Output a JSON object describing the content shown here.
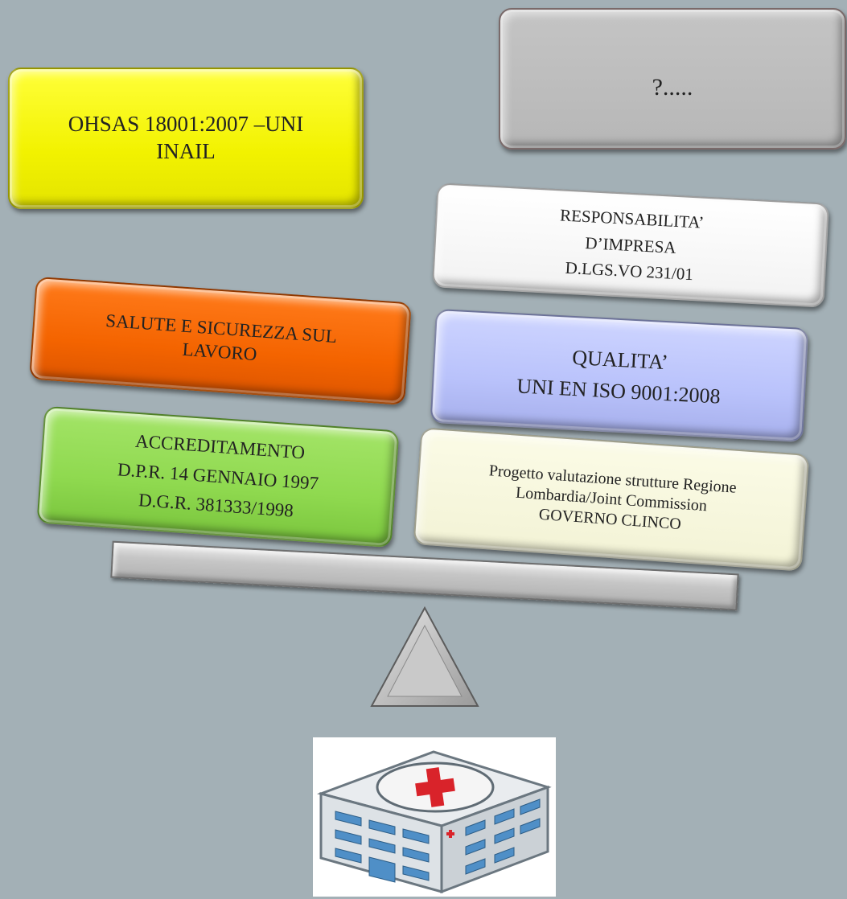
{
  "boxes": {
    "ohsas": {
      "lines": [
        "OHSAS 18001:2007 –UNI",
        "INAIL"
      ]
    },
    "question": {
      "lines": [
        "?....."
      ]
    },
    "responsabilita": {
      "lines": [
        "RESPONSABILITA’",
        "D’IMPRESA",
        "D.LGS.VO 231/01"
      ]
    },
    "salute": {
      "lines": [
        "SALUTE E  SICUREZZA SUL",
        "LAVORO"
      ]
    },
    "qualita": {
      "lines": [
        "QUALITA’",
        "UNI EN ISO 9001:2008"
      ]
    },
    "accreditamento": {
      "lines": [
        "ACCREDITAMENTO",
        "D.P.R. 14 GENNAIO 1997",
        "D.G.R. 381333/1998"
      ]
    },
    "progetto": {
      "lines": [
        "Progetto valutazione strutture Regione",
        "Lombardia/Joint Commission",
        "GOVERNO CLINCO"
      ]
    }
  },
  "colors": {
    "background": "#a3b0b6",
    "ohsas": "#f2f200",
    "question": "#b9b9b9",
    "responsabilita": "#ffffff",
    "salute": "#f46400",
    "qualita": "#b9c2fb",
    "accreditamento": "#8fd94f",
    "progetto": "#f3f3d6"
  },
  "icons": {
    "fulcrum": "triangle-fulcrum-icon",
    "hospital": "hospital-building-icon"
  }
}
